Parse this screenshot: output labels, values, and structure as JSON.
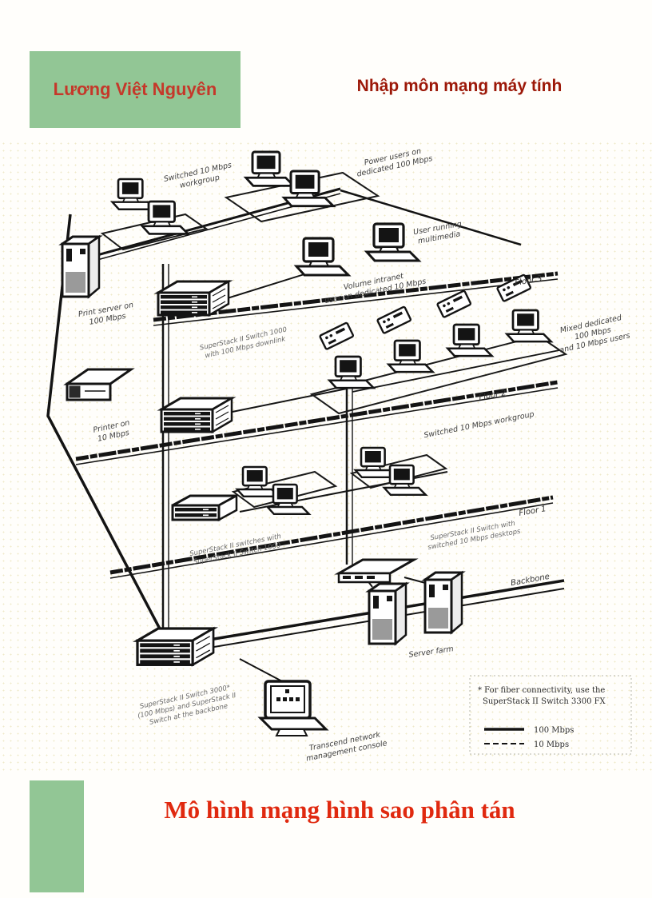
{
  "header": {
    "author": "Lương Việt Nguyên",
    "course": "Nhập môn mạng máy tính"
  },
  "footer": {
    "title": "Mô hình mạng hình sao phân tán"
  },
  "colors": {
    "header_green": "#92c695",
    "author_red": "#c5382a",
    "course_red": "#9c1808",
    "title_red": "#e0290f",
    "diagram_ink": "#141414"
  },
  "diagram": {
    "floors": [
      "Floor 3",
      "Floor 2",
      "Floor 1",
      "Backbone"
    ],
    "labels": {
      "workgroup_top": [
        "Switched 10 Mbps",
        "workgroup"
      ],
      "power_users": [
        "Power users on",
        "dedicated 100 Mbps"
      ],
      "multimedia": [
        "User running",
        "multimedia"
      ],
      "print_server": [
        "Print server on",
        "100 Mbps"
      ],
      "volume_intranet": [
        "Volume intranet",
        "user on dedicated 10 Mbps"
      ],
      "floor3_switch": [
        "SuperStack II Switch 1000",
        "with 100 Mbps downlink"
      ],
      "mixed_users": [
        "Mixed dedicated",
        "100 Mbps",
        "and 10 Mbps users"
      ],
      "printer": [
        "Printer on",
        "10 Mbps"
      ],
      "workgroup_mid": [
        "Switched 10 Mbps workgroup"
      ],
      "floor1_left": [
        "SuperStack II switches with",
        "SuperStack II Switch 1000"
      ],
      "floor1_right": [
        "SuperStack II Switch with",
        "switched 10 Mbps desktops"
      ],
      "basement_switch": [
        "SuperStack II Switch 3000*",
        "(100 Mbps) and SuperStack II",
        "Switch at the backbone"
      ],
      "server_farm": "Server farm",
      "console": [
        "Transcend network",
        "management console"
      ]
    },
    "footnote": [
      "* For fiber connectivity, use the",
      "SuperStack II Switch 3300 FX"
    ],
    "legend": {
      "items": [
        {
          "label": "100 Mbps",
          "style": "solid"
        },
        {
          "label": "10 Mbps",
          "style": "dashed"
        }
      ]
    },
    "icons": {
      "desktop_pc": "desktop-computer-icon",
      "switch_stack": "switch-stack-icon",
      "tower_server": "tower-server-icon",
      "printer": "printer-icon",
      "flat_hub": "flat-hub-icon",
      "network_card": "network-card-icon",
      "console": "management-console-icon"
    }
  }
}
